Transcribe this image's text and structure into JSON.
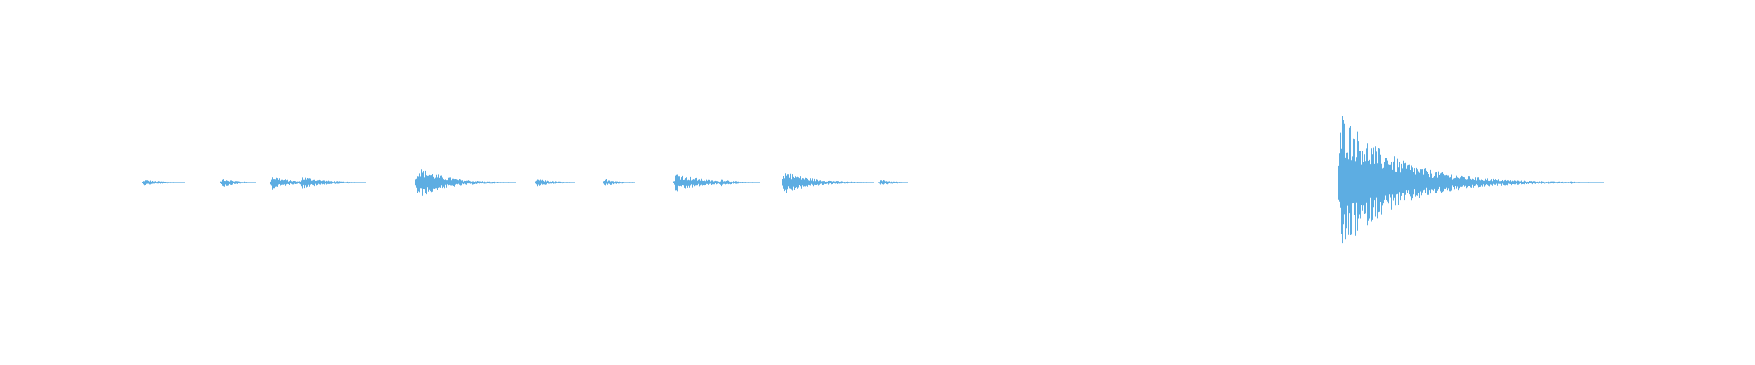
{
  "waveform": {
    "color": "#5dade2",
    "events": [
      {
        "t": 0.082,
        "amp": 0.04,
        "decay": 0.012
      },
      {
        "t": 0.127,
        "amp": 0.06,
        "decay": 0.008
      },
      {
        "t": 0.155,
        "amp": 0.09,
        "decay": 0.01
      },
      {
        "t": 0.172,
        "amp": 0.08,
        "decay": 0.014
      },
      {
        "t": 0.238,
        "amp": 0.2,
        "decay": 0.016
      },
      {
        "t": 0.263,
        "amp": 0.04,
        "decay": 0.006
      },
      {
        "t": 0.306,
        "amp": 0.05,
        "decay": 0.01
      },
      {
        "t": 0.345,
        "amp": 0.05,
        "decay": 0.008
      },
      {
        "t": 0.385,
        "amp": 0.12,
        "decay": 0.016
      },
      {
        "t": 0.411,
        "amp": 0.05,
        "decay": 0.008
      },
      {
        "t": 0.447,
        "amp": 0.14,
        "decay": 0.016
      },
      {
        "t": 0.502,
        "amp": 0.04,
        "decay": 0.008
      },
      {
        "t": 0.764,
        "amp": 0.88,
        "decay": 0.03
      },
      {
        "t": 0.895,
        "amp": 0.02,
        "decay": 0.004
      }
    ]
  }
}
